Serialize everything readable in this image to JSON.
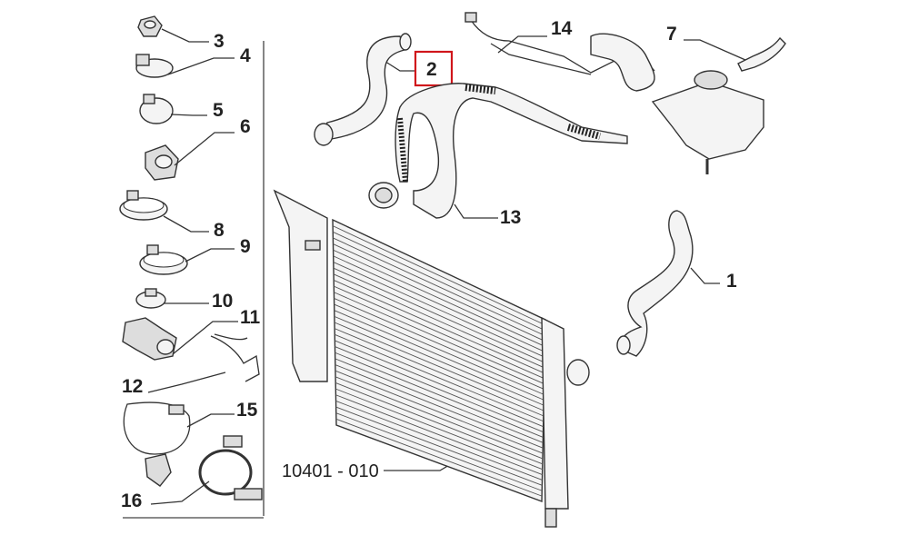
{
  "diagram": {
    "title": "Radiator and cooling hoses exploded parts diagram",
    "highlight_color": "#d0161b",
    "highlighted_part": "2",
    "labels": {
      "p1": "1",
      "p2": "2",
      "p3": "3",
      "p4": "4",
      "p5": "5",
      "p6": "6",
      "p7": "7",
      "p8": "8",
      "p9": "9",
      "p10": "10",
      "p11": "11",
      "p12": "12",
      "p13": "13",
      "p14": "14",
      "p15": "15",
      "p16": "16",
      "radiator": "10401 - 010"
    }
  }
}
